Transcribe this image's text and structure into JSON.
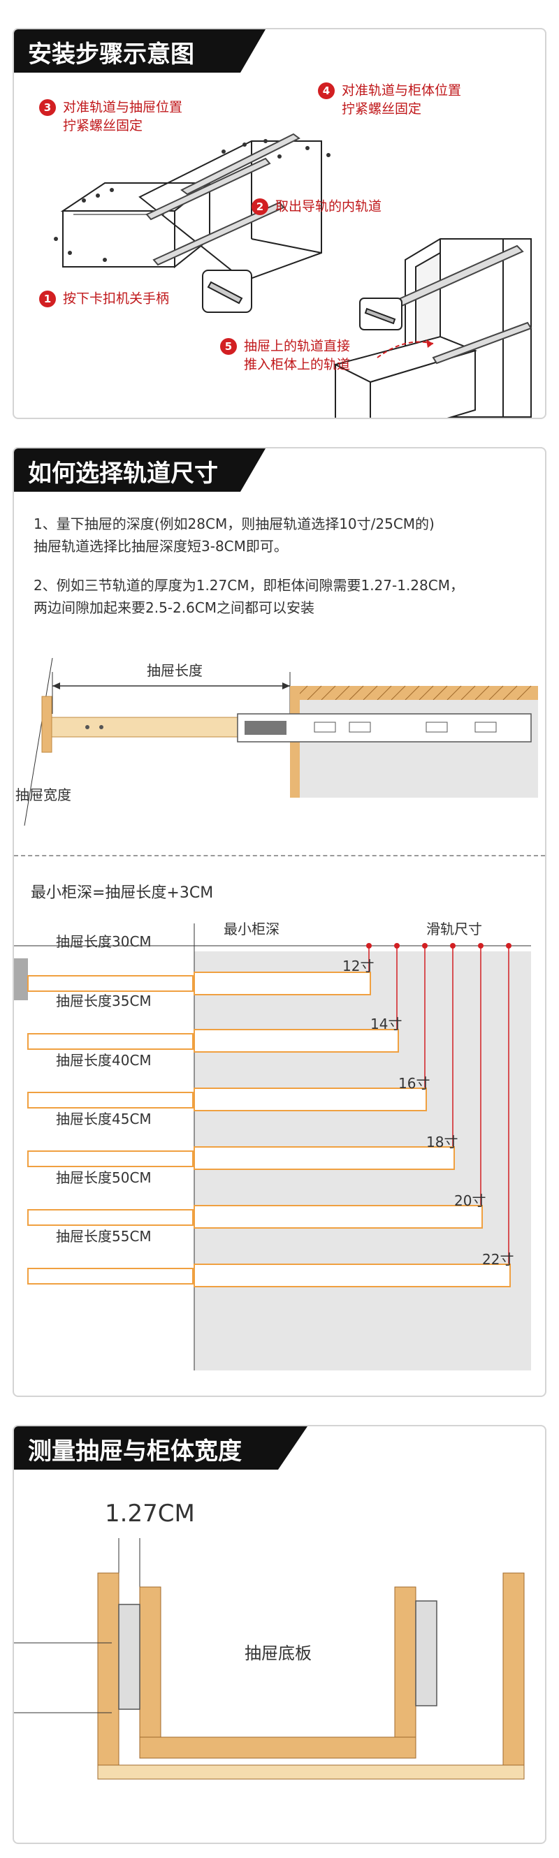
{
  "sections": {
    "install": {
      "title": "安装步骤示意图",
      "steps": [
        {
          "num": "3",
          "line1": "对准轨道与抽屉位置",
          "line2": "拧紧螺丝固定"
        },
        {
          "num": "4",
          "line1": "对准轨道与柜体位置",
          "line2": "拧紧螺丝固定"
        },
        {
          "num": "2",
          "line1": "取出导轨的内轨道",
          "line2": ""
        },
        {
          "num": "1",
          "line1": "按下卡扣机关手柄",
          "line2": ""
        },
        {
          "num": "5",
          "line1": "抽屉上的轨道直接",
          "line2": "推入柜体上的轨道"
        }
      ]
    },
    "choose": {
      "title": "如何选择轨道尺寸",
      "para1_line1": "1、量下抽屉的深度(例如28CM，则抽屉轨道选择10寸/25CM的)",
      "para1_line2": "抽屉轨道选择比抽屉深度短3-8CM即可。",
      "para2_line1": "2、例如三节轨道的厚度为1.27CM，即柜体间隙需要1.27-1.28CM，",
      "para2_line2": "两边间隙加起来要2.5-2.6CM之间都可以安装",
      "drawer_length_label": "抽屉长度",
      "drawer_width_label": "抽屉宽度",
      "formula": "最小柜深=抽屉长度+3CM",
      "min_cabinet_label": "最小柜深",
      "rail_size_label": "滑轨尺寸",
      "rows": [
        {
          "drawer": "抽屉长度30CM",
          "rail": "12寸"
        },
        {
          "drawer": "抽屉长度35CM",
          "rail": "14寸"
        },
        {
          "drawer": "抽屉长度40CM",
          "rail": "16寸"
        },
        {
          "drawer": "抽屉长度45CM",
          "rail": "18寸"
        },
        {
          "drawer": "抽屉长度50CM",
          "rail": "20寸"
        },
        {
          "drawer": "抽屉长度55CM",
          "rail": "22寸"
        }
      ]
    },
    "measure": {
      "title": "测量抽屉与柜体宽度",
      "thickness": "1.27CM",
      "bottom_label": "抽屉底板"
    }
  },
  "colors": {
    "title_bg": "#111111",
    "step_red": "#d21f22",
    "rail_orange": "#f0a040",
    "wood": "#e9b774",
    "cabinet_gray": "#e6e6e6"
  }
}
